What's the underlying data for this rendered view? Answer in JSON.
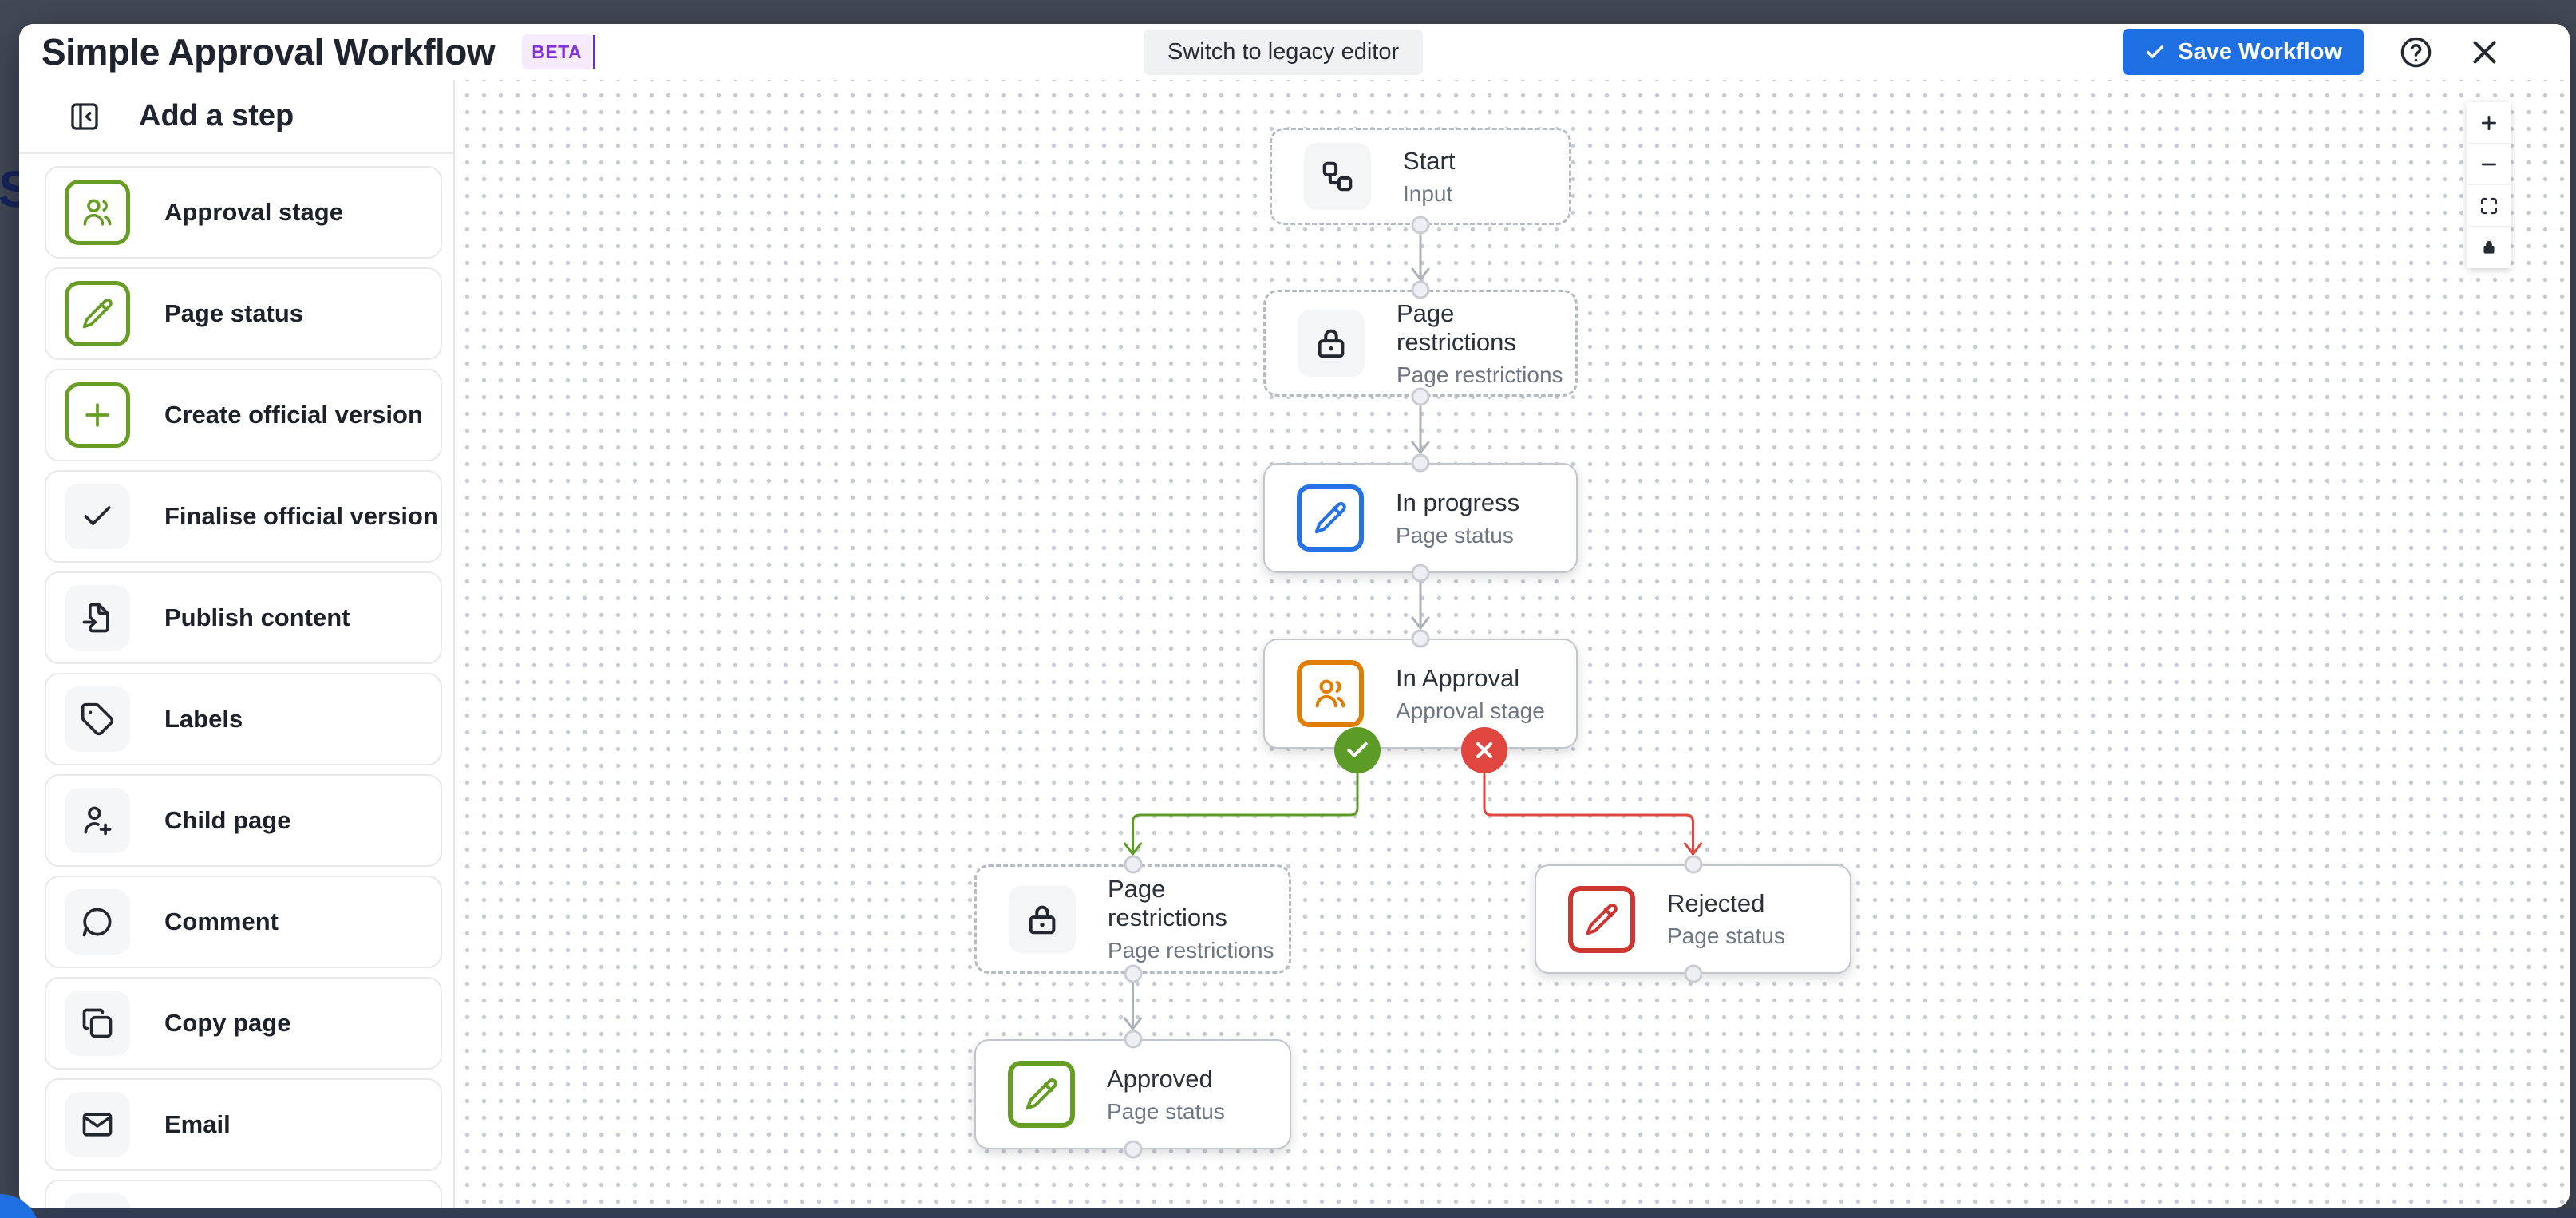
{
  "header": {
    "title": "Simple Approval Workflow",
    "beta_badge": "BETA",
    "switch_button": "Switch to legacy editor",
    "save_button": "Save Workflow",
    "save_icon": "check-icon",
    "help_icon": "help-circle-icon",
    "close_icon": "close-icon"
  },
  "sidebar": {
    "title": "Add a step",
    "collapse_icon": "panel-collapse-icon",
    "items": [
      {
        "label": "Approval stage",
        "icon": "users-icon",
        "variant": "green"
      },
      {
        "label": "Page status",
        "icon": "pencil-icon",
        "variant": "green"
      },
      {
        "label": "Create official version",
        "icon": "plus-icon",
        "variant": "green"
      },
      {
        "label": "Finalise official version",
        "icon": "check-icon",
        "variant": "gray"
      },
      {
        "label": "Publish content",
        "icon": "publish-icon",
        "variant": "gray"
      },
      {
        "label": "Labels",
        "icon": "tag-icon",
        "variant": "gray"
      },
      {
        "label": "Child page",
        "icon": "user-plus-icon",
        "variant": "gray"
      },
      {
        "label": "Comment",
        "icon": "comment-icon",
        "variant": "gray"
      },
      {
        "label": "Copy page",
        "icon": "copy-icon",
        "variant": "gray"
      },
      {
        "label": "Email",
        "icon": "mail-icon",
        "variant": "gray"
      },
      {
        "label": "",
        "icon": "",
        "variant": "gray",
        "partial": true
      }
    ]
  },
  "canvas": {
    "nodes": [
      {
        "id": "start",
        "title": "Start",
        "subtitle": "Input",
        "icon": "workflow-icon",
        "style": "dashed",
        "icon_variant": "gray"
      },
      {
        "id": "pr1",
        "title": "Page restrictions",
        "subtitle": "Page restrictions",
        "icon": "lock-icon",
        "style": "dashed",
        "icon_variant": "gray"
      },
      {
        "id": "inprogress",
        "title": "In progress",
        "subtitle": "Page status",
        "icon": "pencil-icon",
        "style": "solid",
        "icon_variant": "blue"
      },
      {
        "id": "inapproval",
        "title": "In Approval",
        "subtitle": "Approval stage",
        "icon": "users-icon",
        "style": "solid",
        "icon_variant": "orange"
      },
      {
        "id": "pr2",
        "title": "Page restrictions",
        "subtitle": "Page restrictions",
        "icon": "lock-icon",
        "style": "dashed",
        "icon_variant": "gray"
      },
      {
        "id": "rejected",
        "title": "Rejected",
        "subtitle": "Page status",
        "icon": "pencil-icon",
        "style": "solid",
        "icon_variant": "red"
      },
      {
        "id": "approved",
        "title": "Approved",
        "subtitle": "Page status",
        "icon": "pencil-icon",
        "style": "solid",
        "icon_variant": "green"
      }
    ],
    "edges": [
      {
        "from": "start",
        "to": "pr1",
        "type": "default"
      },
      {
        "from": "pr1",
        "to": "inprogress",
        "type": "default"
      },
      {
        "from": "inprogress",
        "to": "inapproval",
        "type": "default"
      },
      {
        "from": "inapproval",
        "to": "pr2",
        "type": "approve"
      },
      {
        "from": "inapproval",
        "to": "rejected",
        "type": "reject"
      },
      {
        "from": "pr2",
        "to": "approved",
        "type": "default"
      }
    ],
    "branch_badges": [
      {
        "type": "approve",
        "icon": "check-icon"
      },
      {
        "type": "reject",
        "icon": "x-icon"
      }
    ],
    "controls": [
      {
        "name": "zoom-in",
        "icon": "plus-icon"
      },
      {
        "name": "zoom-out",
        "icon": "minus-icon"
      },
      {
        "name": "fit-view",
        "icon": "fit-view-icon"
      },
      {
        "name": "lock",
        "icon": "lock-filled-icon"
      }
    ]
  },
  "colors": {
    "accent_blue": "#1d6fe2",
    "badge_green": "#5d9b27",
    "badge_red": "#e0453f",
    "edge_gray": "#adb2b9",
    "edge_green": "#5d9b27",
    "edge_red": "#e0453f",
    "beta_purple": "#8233d3",
    "icon_green": "#679d24",
    "node_blue": "#2671e4",
    "node_orange": "#e07d05",
    "node_red": "#cc3530",
    "node_green": "#669d25"
  }
}
